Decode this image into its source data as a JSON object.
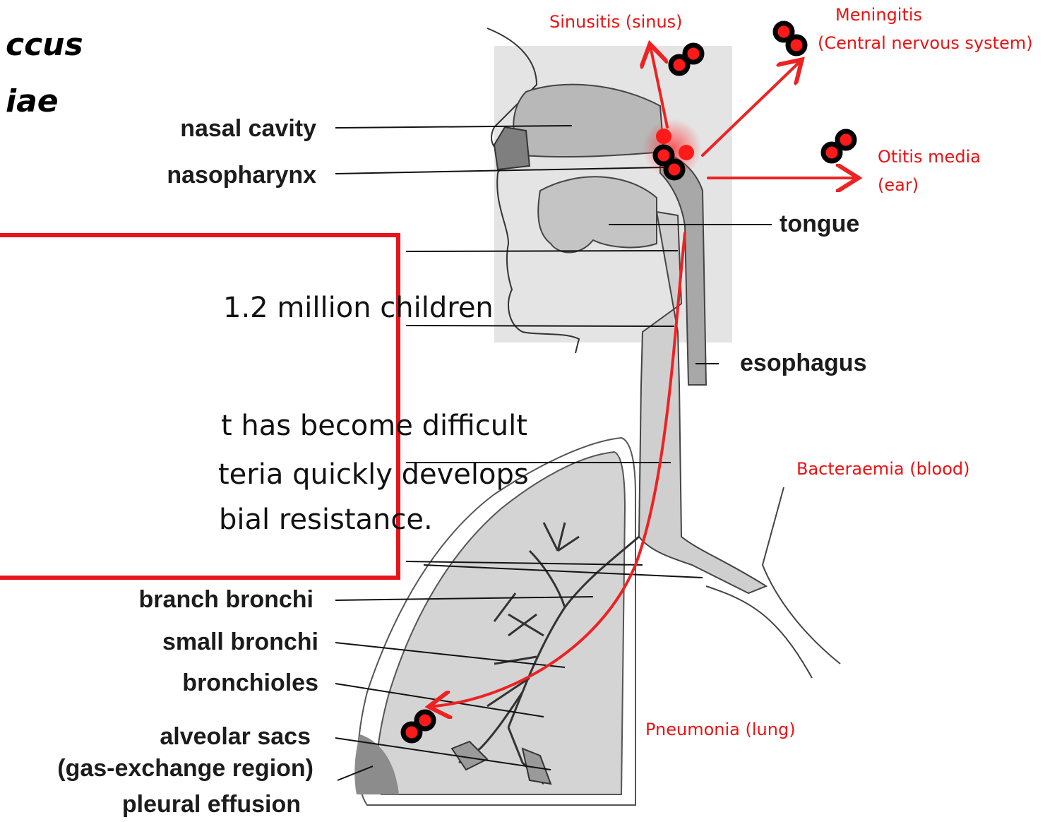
{
  "title": {
    "line1": "ccus",
    "line2": "iae"
  },
  "anatomy_labels": {
    "nasal_cavity": "nasal cavity",
    "nasopharynx": "nasopharynx",
    "tongue": "tongue",
    "esophagus": "esophagus",
    "branch_bronchi": "branch bronchi",
    "small_bronchi": "small bronchi",
    "bronchioles": "bronchioles",
    "alveolar_sacs": "alveolar sacs",
    "gas_exchange": "(gas-exchange region)",
    "pleural_effusion": "pleural effusion"
  },
  "diseases": {
    "sinusitis": "Sinusitis (sinus)",
    "meningitis_line1": "Meningitis",
    "meningitis_line2": "(Central nervous system)",
    "otitis_line1": "Otitis media",
    "otitis_line2": "(ear)",
    "bacteraemia": "Bacteraemia (blood)",
    "pneumonia": "Pneumonia (lung)"
  },
  "info_box": {
    "line1": "1.2 million children",
    "line2": "t has become difficult",
    "line3": "teria quickly develops",
    "line4": "bial resistance."
  },
  "colors": {
    "accent_red": "#e8141b",
    "disease_text": "#ee1111",
    "anatomy_fill": "#c8c8c8",
    "head_panel": "#e4e4e4"
  }
}
